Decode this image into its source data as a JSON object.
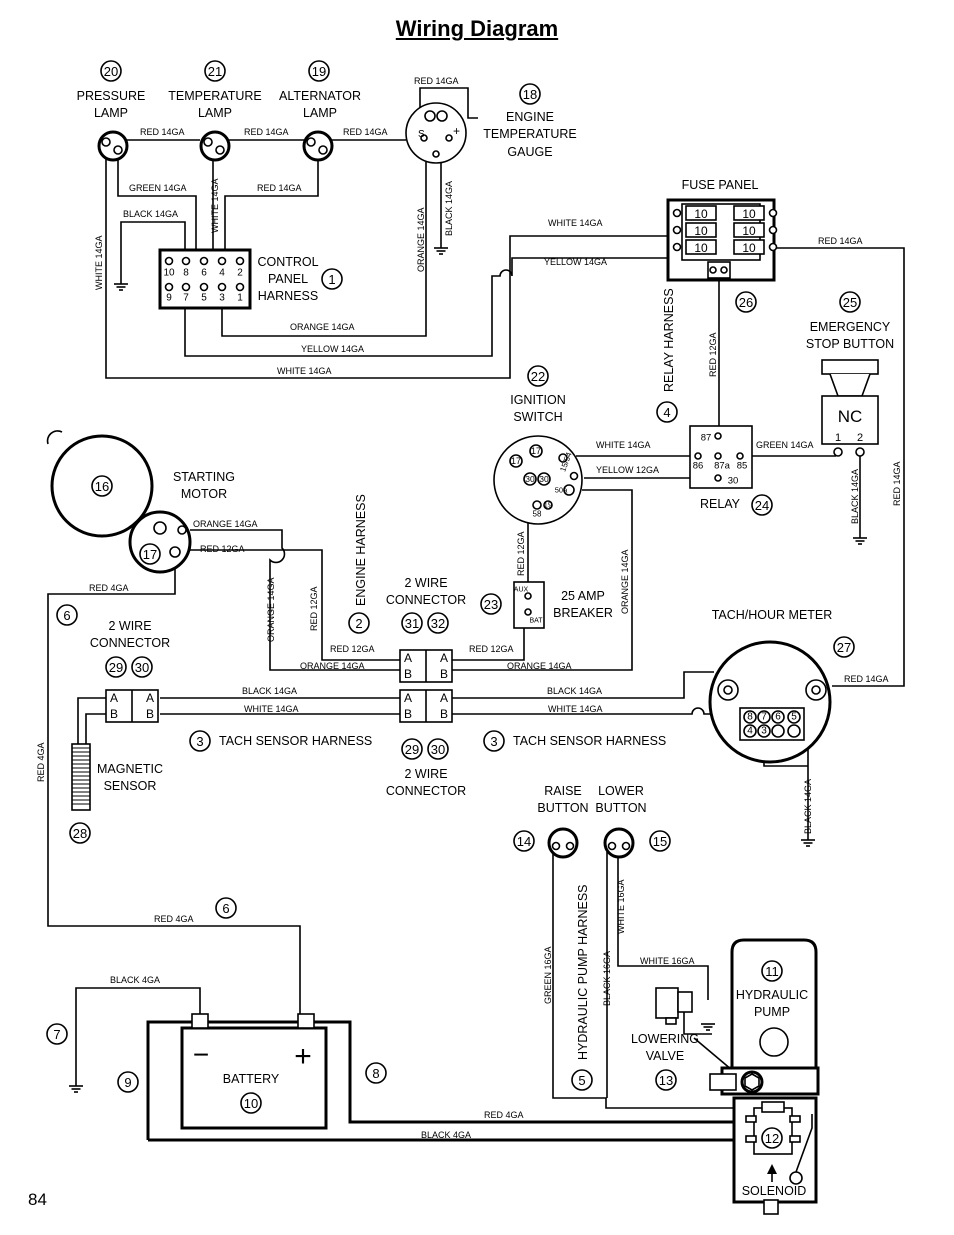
{
  "title": "Wiring Diagram",
  "page_number": "84",
  "callouts": {
    "c1": "1",
    "c2": "2",
    "c3a": "3",
    "c3b": "3",
    "c4": "4",
    "c5": "5",
    "c6a": "6",
    "c6b": "6",
    "c7": "7",
    "c8": "8",
    "c9": "9",
    "c10": "10",
    "c11": "11",
    "c12": "12",
    "c13": "13",
    "c14": "14",
    "c15": "15",
    "c16": "16",
    "c17": "17",
    "c18": "18",
    "c19": "19",
    "c20": "20",
    "c21": "21",
    "c22": "22",
    "c23": "23",
    "c24": "24",
    "c25": "25",
    "c26": "26",
    "c27": "27",
    "c28": "28",
    "c29a": "29",
    "c29b": "29",
    "c30a": "30",
    "c30b": "30",
    "c31": "31",
    "c32": "32"
  },
  "labels": {
    "pressure_lamp": [
      "PRESSURE",
      "LAMP"
    ],
    "temperature_lamp": [
      "TEMPERATURE",
      "LAMP"
    ],
    "alternator_lamp": [
      "ALTERNATOR",
      "LAMP"
    ],
    "engine_temperature_gauge": [
      "ENGINE",
      "TEMPERATURE",
      "GAUGE"
    ],
    "fuse_panel": "FUSE PANEL",
    "control_panel_harness": [
      "CONTROL",
      "PANEL",
      "HARNESS"
    ],
    "relay_harness": "RELAY HARNESS",
    "emergency_stop_button": [
      "EMERGENCY",
      "STOP BUTTON"
    ],
    "ignition_switch": [
      "IGNITION",
      "SWITCH"
    ],
    "starting_motor": [
      "STARTING",
      "MOTOR"
    ],
    "engine_harness": "ENGINE HARNESS",
    "relay": "RELAY",
    "breaker": [
      "25 AMP",
      "BREAKER"
    ],
    "two_wire_connector": [
      "2 WIRE",
      "CONNECTOR"
    ],
    "tach_hour_meter": "TACH/HOUR METER",
    "tach_sensor_harness": "TACH SENSOR HARNESS",
    "magnetic_sensor": [
      "MAGNETIC",
      "SENSOR"
    ],
    "raise_button": [
      "RAISE",
      "BUTTON"
    ],
    "lower_button": [
      "LOWER",
      "BUTTON"
    ],
    "hydraulic_pump_harness": "HYDRAULIC PUMP HARNESS",
    "hydraulic_pump": [
      "HYDRAULIC",
      "PUMP"
    ],
    "lowering_valve": [
      "LOWERING",
      "VALVE"
    ],
    "battery": "BATTERY",
    "solenoid": "SOLENOID",
    "nc": "NC",
    "plus": "+",
    "minus": "−"
  },
  "fuses": [
    "10",
    "10",
    "10",
    "10",
    "10",
    "10"
  ],
  "harness_pins": [
    "10",
    "8",
    "6",
    "4",
    "2",
    "9",
    "7",
    "5",
    "3",
    "1"
  ],
  "relay_pins": [
    "87",
    "86",
    "87a",
    "85",
    "30"
  ],
  "ignition_pins": [
    "17",
    "15/54",
    "30",
    "30",
    "50a",
    "19",
    "58",
    "17"
  ],
  "breaker_pins": [
    "AUX",
    "BAT"
  ],
  "stop_pins": [
    "1",
    "2"
  ],
  "meter_pins": [
    "8",
    "7",
    "6",
    "5",
    "4",
    "3"
  ],
  "connector_pins": [
    "A",
    "B"
  ],
  "wires": {
    "red14": "RED 14GA",
    "red12": "RED 12GA",
    "red4": "RED 4GA",
    "green14": "GREEN 14GA",
    "green16": "GREEN 16GA",
    "black14": "BLACK 14GA",
    "black16": "BLACK 16GA",
    "black4": "BLACK 4GA",
    "white14": "WHITE 14GA",
    "white16": "WHITE 16GA",
    "yellow14": "YELLOW 14GA",
    "yellow12": "YELLOW 12GA",
    "orange14": "ORANGE 14GA"
  }
}
